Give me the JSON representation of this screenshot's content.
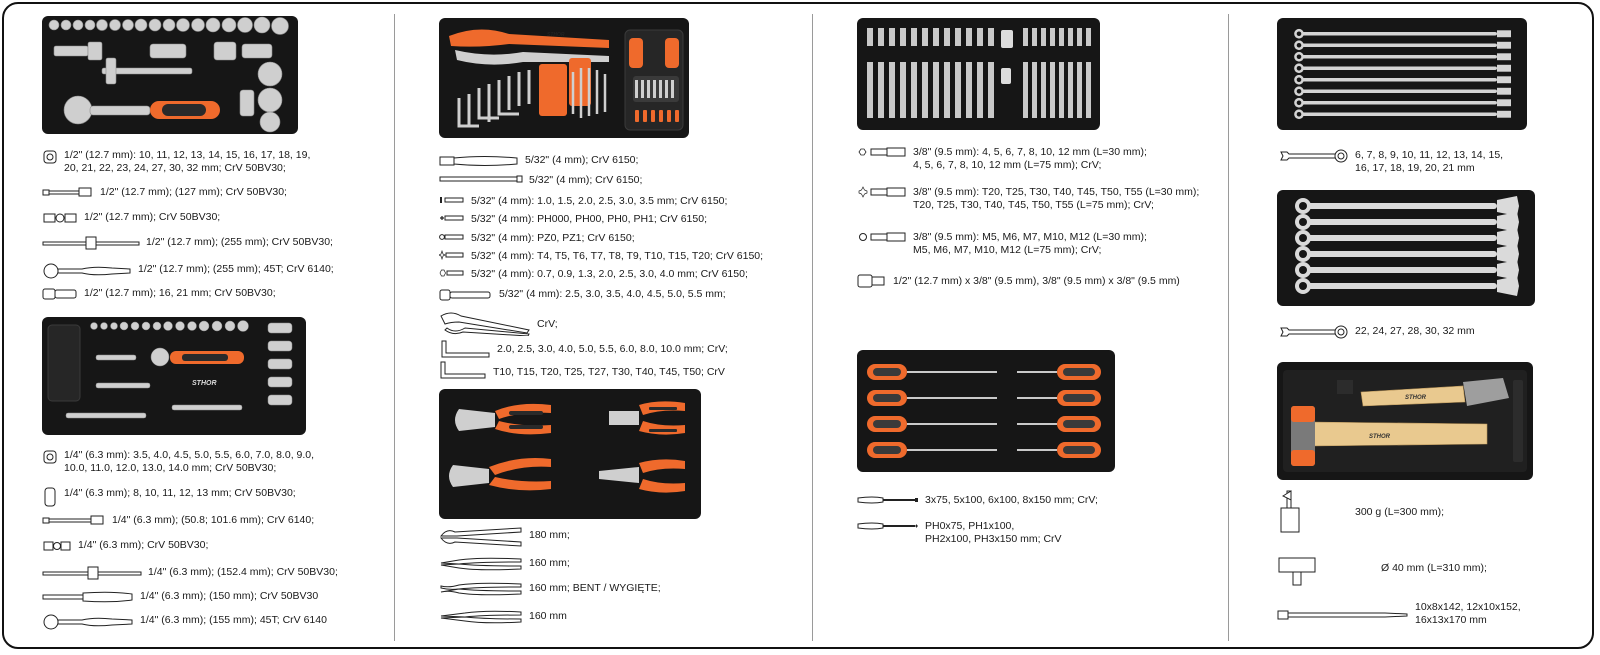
{
  "colors": {
    "tray": "#161616",
    "orange": "#ef6a2c",
    "steel": "#c9c9c9",
    "wood": "#e9c98f",
    "border": "#111111"
  },
  "col1": {
    "s1": [
      {
        "icon": "socket-icon",
        "text": "1/2\" (12.7 mm): 10, 11, 12, 13, 14, 15, 16, 17, 18, 19,\n20, 21, 22, 23, 24, 27, 30, 32 mm; CrV 50BV30;"
      },
      {
        "icon": "extension-bar-icon",
        "text": "1/2\" (12.7 mm); (127 mm); CrV 50BV30;"
      },
      {
        "icon": "universal-joint-icon",
        "text": "1/2\" (12.7 mm); CrV 50BV30;"
      },
      {
        "icon": "t-bar-icon",
        "text": "1/2\" (12.7 mm); (255 mm); CrV 50BV30;"
      },
      {
        "icon": "ratchet-icon",
        "text": "1/2\" (12.7 mm); (255 mm); 45T; CrV 6140;"
      },
      {
        "icon": "spark-plug-socket-icon",
        "text": "1/2\" (12.7 mm); 16, 21 mm; CrV 50BV30;"
      }
    ],
    "s2": [
      {
        "icon": "socket-icon",
        "text": "1/4\" (6.3 mm): 3.5, 4.0, 4.5, 5.0, 5.5, 6.0, 7.0, 8.0, 9.0,\n10.0, 11.0, 12.0, 13.0, 14.0 mm; CrV 50BV30;"
      },
      {
        "icon": "deep-socket-icon",
        "text": "1/4\" (6.3 mm); 8, 10, 11, 12, 13 mm; CrV 50BV30;"
      },
      {
        "icon": "extension-bar-icon",
        "text": "1/4\" (6.3 mm); (50.8; 101.6 mm); CrV 6140;"
      },
      {
        "icon": "universal-joint-icon",
        "text": "1/4\" (6.3 mm); CrV 50BV30;"
      },
      {
        "icon": "t-bar-icon",
        "text": "1/4\" (6.3 mm); (152.4 mm); CrV 50BV30;"
      },
      {
        "icon": "spinner-handle-icon",
        "text": "1/4\" (6.3 mm); (150 mm); CrV 50BV30"
      },
      {
        "icon": "ratchet-icon",
        "text": "1/4\" (6.3 mm); (155 mm); 45T; CrV 6140"
      }
    ]
  },
  "col2": {
    "s1": [
      {
        "icon": "bit-holder-icon",
        "text": "5/32\" (4 mm); CrV 6150;"
      },
      {
        "icon": "bit-adapter-icon",
        "text": "5/32\" (4 mm); CrV 6150;"
      },
      {
        "icon": "slotted-bit-icon",
        "text": "5/32\" (4 mm): 1.0, 1.5, 2.0, 2.5, 3.0, 3.5 mm; CrV 6150;"
      },
      {
        "icon": "phillips-bit-icon",
        "text": "5/32\" (4 mm): PH000, PH00, PH0, PH1; CrV 6150;"
      },
      {
        "icon": "pozidriv-bit-icon",
        "text": "5/32\" (4 mm): PZ0, PZ1; CrV 6150;"
      },
      {
        "icon": "torx-bit-icon",
        "text": "5/32\" (4 mm): T4, T5, T6, T7, T8, T9, T10, T15, T20; CrV 6150;"
      },
      {
        "icon": "hex-bit-icon",
        "text": "5/32\" (4 mm): 0.7, 0.9, 1.3, 2.0, 2.5, 3.0, 4.0 mm; CrV 6150;"
      },
      {
        "icon": "socket-adapter-icon",
        "text": "5/32\" (4 mm): 2.5, 3.0, 3.5, 4.0, 4.5, 5.0, 5.5 mm;"
      },
      {
        "icon": "water-pump-pliers-icon",
        "text": "CrV;"
      },
      {
        "icon": "hex-key-icon",
        "text": "2.0, 2.5, 3.0, 4.0, 5.0, 5.5, 6.0, 8.0, 10.0 mm; CrV;"
      },
      {
        "icon": "torx-key-icon",
        "text": "T10, T15, T20, T25, T27, T30, T40, T45, T50; CrV"
      }
    ],
    "s2": [
      {
        "icon": "cutting-pliers-icon",
        "text": "180 mm;"
      },
      {
        "icon": "combination-pliers-icon",
        "text": "160 mm;"
      },
      {
        "icon": "bent-nose-pliers-icon",
        "text": "160 mm;  BENT / WYGIĘTE;"
      },
      {
        "icon": "long-nose-pliers-icon",
        "text": "160 mm"
      }
    ]
  },
  "col3": {
    "s1": [
      {
        "icon": "hex-bit-long-icon",
        "text": "3/8\" (9.5 mm): 4, 5, 6, 7, 8, 10, 12 mm (L=30 mm);\n4, 5, 6, 7, 8, 10, 12 mm (L=75 mm); CrV;"
      },
      {
        "icon": "torx-bit-long-icon",
        "text": "3/8\" (9.5 mm): T20, T25, T30, T40, T45, T50, T55 (L=30 mm);\nT20, T25, T30, T40, T45, T50, T55 (L=75 mm); CrV;"
      },
      {
        "icon": "spline-bit-long-icon",
        "text": "3/8\" (9.5 mm): M5, M6, M7, M10, M12 (L=30 mm);\nM5, M6, M7, M10, M12 (L=75 mm); CrV;"
      },
      {
        "icon": "adapter-icon",
        "text": "1/2\" (12.7 mm) x 3/8\" (9.5 mm), 3/8\" (9.5 mm) x 3/8\" (9.5 mm)"
      }
    ],
    "s2": [
      {
        "icon": "slotted-screwdriver-icon",
        "text": "3x75, 5x100, 6x100, 8x150 mm; CrV;"
      },
      {
        "icon": "phillips-screwdriver-icon",
        "text": "PH0x75, PH1x100,\nPH2x100, PH3x150 mm; CrV"
      }
    ]
  },
  "col4": {
    "s1": [
      {
        "icon": "combination-wrench-icon",
        "text": "6, 7, 8, 9, 10, 11, 12, 13, 14, 15,\n16, 17, 18, 19, 20, 21 mm"
      }
    ],
    "s2": [
      {
        "icon": "combination-wrench-icon",
        "text": "22, 24, 27, 28, 30, 32 mm"
      }
    ],
    "s3": [
      {
        "icon": "machinist-hammer-icon",
        "text": "300 g (L=300 mm);"
      },
      {
        "icon": "rubber-mallet-icon",
        "text": "Ø 40 mm (L=310 mm);"
      },
      {
        "icon": "chisel-icon",
        "text": "10x8x142, 12x10x152,\n16x13x170 mm"
      }
    ]
  },
  "brand": "STHOR"
}
